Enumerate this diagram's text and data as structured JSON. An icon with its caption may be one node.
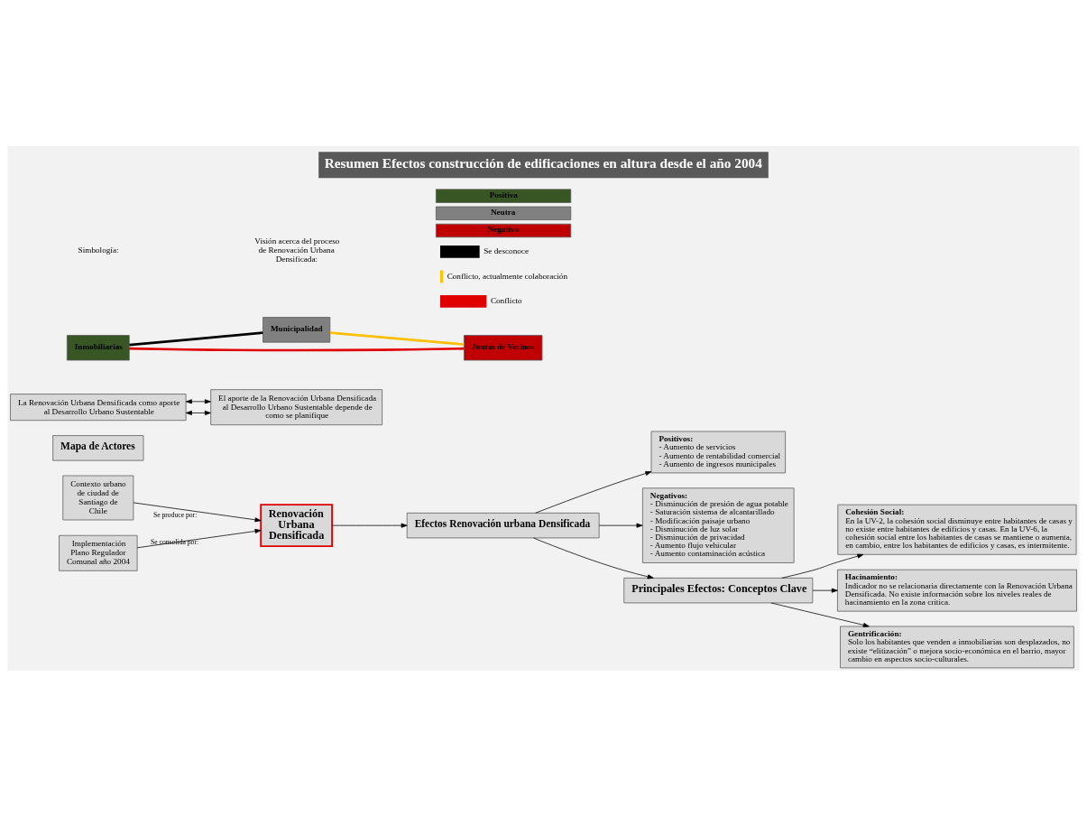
{
  "diagram": {
    "title": "Resumen Efectos construcción de edificaciones en altura desde el año 2004",
    "nodes": [
      {
        "text": [
          "Contexto urbano de ciudad de Santiago de Chile"
        ]
      },
      {
        "text": [
          "Implementación Plano Regulador Comunal año 2004"
        ]
      },
      {
        "text": [
          "Renovación Urbana Densificada"
        ]
      },
      {
        "text": [
          "Positivos:",
          "- Aumento de servicios",
          "- Aumento de rentabilidad comercial",
          "- Aumento de ingresos municipales"
        ]
      },
      {
        "text": [
          "Efectos Renovación urbana Densificada"
        ]
      },
      {
        "text": [
          "Negativos:",
          "- Disminución de presión de agua potable",
          "- Saturación sistema de alcantarillado",
          "- Modificación paisaje urbano",
          "- Disminución de luz solar",
          "- Disminución de privacidad",
          "- Aumento flujo vehicular",
          "- Aumento contaminación acústica"
        ]
      },
      {
        "text": [
          "Cohesión Social:",
          "En la UV-2, la cohesión social disminuye entre habitantes de casas y no existe entre habitantes de edificios y casas. En la UV-6, la cohesión social entre los habitantes de casas se mantiene o aumenta, en cambio, entre los habitantes de edificios y casas, es intermitente."
        ]
      },
      {
        "text": [
          "Principales Efectos: Conceptos Clave"
        ]
      },
      {
        "text": [
          "Hacinamiento:",
          "Indicador no se relacionaria directamente con la Renovación Urbana Densificada. No existe información sobre los niveles reales de hacinamiento en la zona critica."
        ]
      },
      {
        "text": [
          "Gentrificación:",
          "Solo los habitantes que venden a inmobiliarias son desplazados, no existe “elitización” o mejora socio-económica en el barrio, mayor cambio en aspectos socio-culturales."
        ]
      },
      {
        "text": [
          "Mapa de Actores"
        ]
      },
      {
        "text": [
          "La Renovación Urbana Densificada como aporte al Desarrollo Urbano Sustentable"
        ]
      },
      {
        "text": [
          "Inmobiliarias"
        ]
      },
      {
        "text": [
          "Municipalidad"
        ]
      },
      {
        "text": [
          "Juntas de Vecinos"
        ]
      },
      {
        "text": [
          "El aporte de la Renovación Urbana Densificada al Desarrollo Urbano Sustentable depende de como se planifique"
        ]
      }
    ],
    "edges": [
      {
        "from": 0,
        "to": 2,
        "arrow": "to",
        "label": "Se produce por:"
      },
      {
        "from": 1,
        "to": 2,
        "arrow": "to",
        "label": "Se consolida por:"
      },
      {
        "from": 2,
        "to": 4,
        "arrow": "to"
      },
      {
        "from": 4,
        "to": 3,
        "arrow": "to"
      },
      {
        "from": 4,
        "to": 5,
        "arrow": "to"
      },
      {
        "from": 4,
        "to": 7,
        "arrow": "to"
      },
      {
        "from": 7,
        "to": 6,
        "arrow": "to"
      },
      {
        "from": 7,
        "to": 8,
        "arrow": "to"
      },
      {
        "from": 7,
        "to": 9,
        "arrow": "to"
      },
      {
        "from": 11,
        "to": 15,
        "arrow": "both"
      },
      {
        "from": 11,
        "to": 15,
        "arrow": "both"
      },
      {
        "from": 12,
        "to": 13,
        "arrow": "none",
        "style": "thick"
      },
      {
        "from": 13,
        "to": 14,
        "arrow": "none",
        "style": "thick",
        "color": "#ffc000"
      },
      {
        "from": 12,
        "to": 14,
        "arrow": "none",
        "style": "thick",
        "color": "#e00000"
      }
    ],
    "labels": [
      "Simbología:",
      "Visión acerca del proceso de Renovación Urbana Densificada:"
    ],
    "legend": [
      {
        "text": "Positiva",
        "color": "#375623"
      },
      {
        "text": "Neutra",
        "color": "#808080"
      },
      {
        "text": "Negativo",
        "color": "#c00000"
      },
      {
        "text": "Se desconoce"
      },
      {
        "text": "Conflicto, actualmente colaboración"
      },
      {
        "text": "Conflicto"
      }
    ]
  }
}
